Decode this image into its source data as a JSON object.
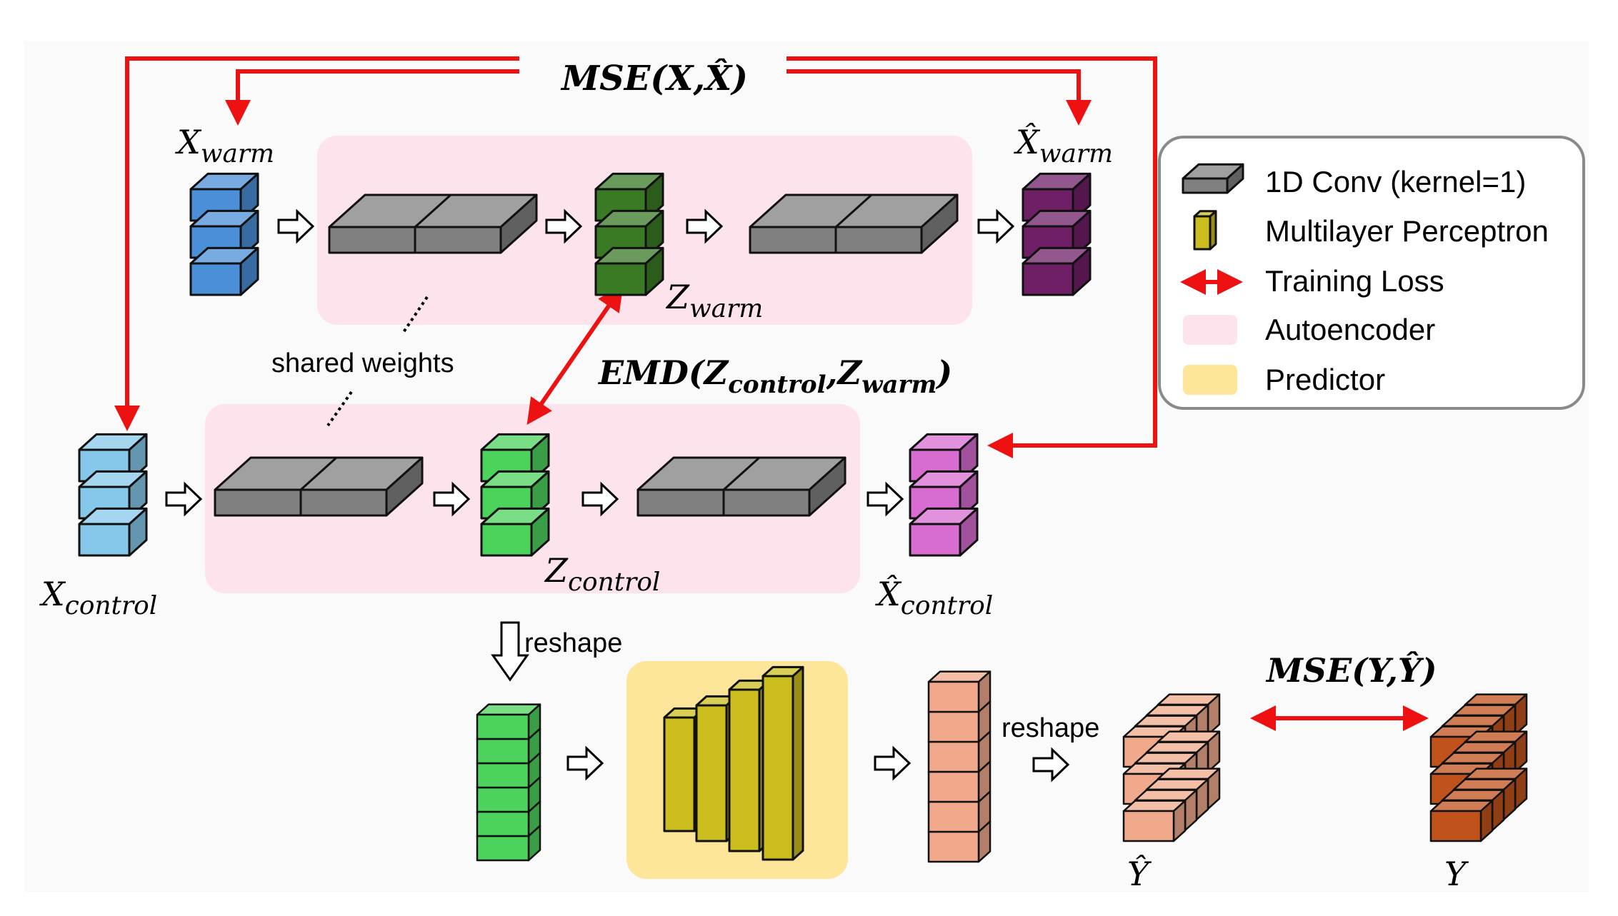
{
  "loss_top": "MSE(X,X̂)",
  "loss_emd": {
    "main": "EMD(Z",
    "sub1": "control",
    "sep": ",Z",
    "sub2": "warm",
    "close": ")"
  },
  "loss_bottom": "MSE(Y,Ŷ)",
  "shared_weights": "shared weights",
  "reshape_1": "reshape",
  "reshape_2": "reshape",
  "labels": {
    "x_warm": {
      "base": "X",
      "sub": "warm"
    },
    "x_hat_warm": {
      "base": "X̂",
      "sub": "warm"
    },
    "z_warm": {
      "base": "Z",
      "sub": "warm"
    },
    "x_control": {
      "base": "X",
      "sub": "control"
    },
    "x_hat_control": {
      "base": "X̂",
      "sub": "control"
    },
    "z_control": {
      "base": "Z",
      "sub": "control"
    },
    "y_hat": "Ŷ",
    "y": "Y"
  },
  "legend": [
    {
      "icon": "conv1d-block-icon",
      "label": "1D Conv (kernel=1)"
    },
    {
      "icon": "mlp-bar-icon",
      "label": "Multilayer Perceptron"
    },
    {
      "icon": "double-arrow-icon",
      "label": "Training Loss"
    },
    {
      "icon": "autoencoder-swatch",
      "label": "Autoencoder"
    },
    {
      "icon": "predictor-swatch",
      "label": "Predictor"
    }
  ],
  "colors": {
    "autoencoder": "#fde4ec",
    "predictor": "#fde59a",
    "loss_arrow": "#ee1111",
    "conv_block": "#808080",
    "x_warm": "#4a8fd8",
    "z_warm": "#3a7a25",
    "x_hat_warm": "#6e1f66",
    "x_control": "#86c8ea",
    "z_control": "#4cd35c",
    "x_hat_control": "#d86cd0",
    "mlp": "#cbbd1e",
    "y_hat": "#f0a98a",
    "y": "#c0521c"
  }
}
